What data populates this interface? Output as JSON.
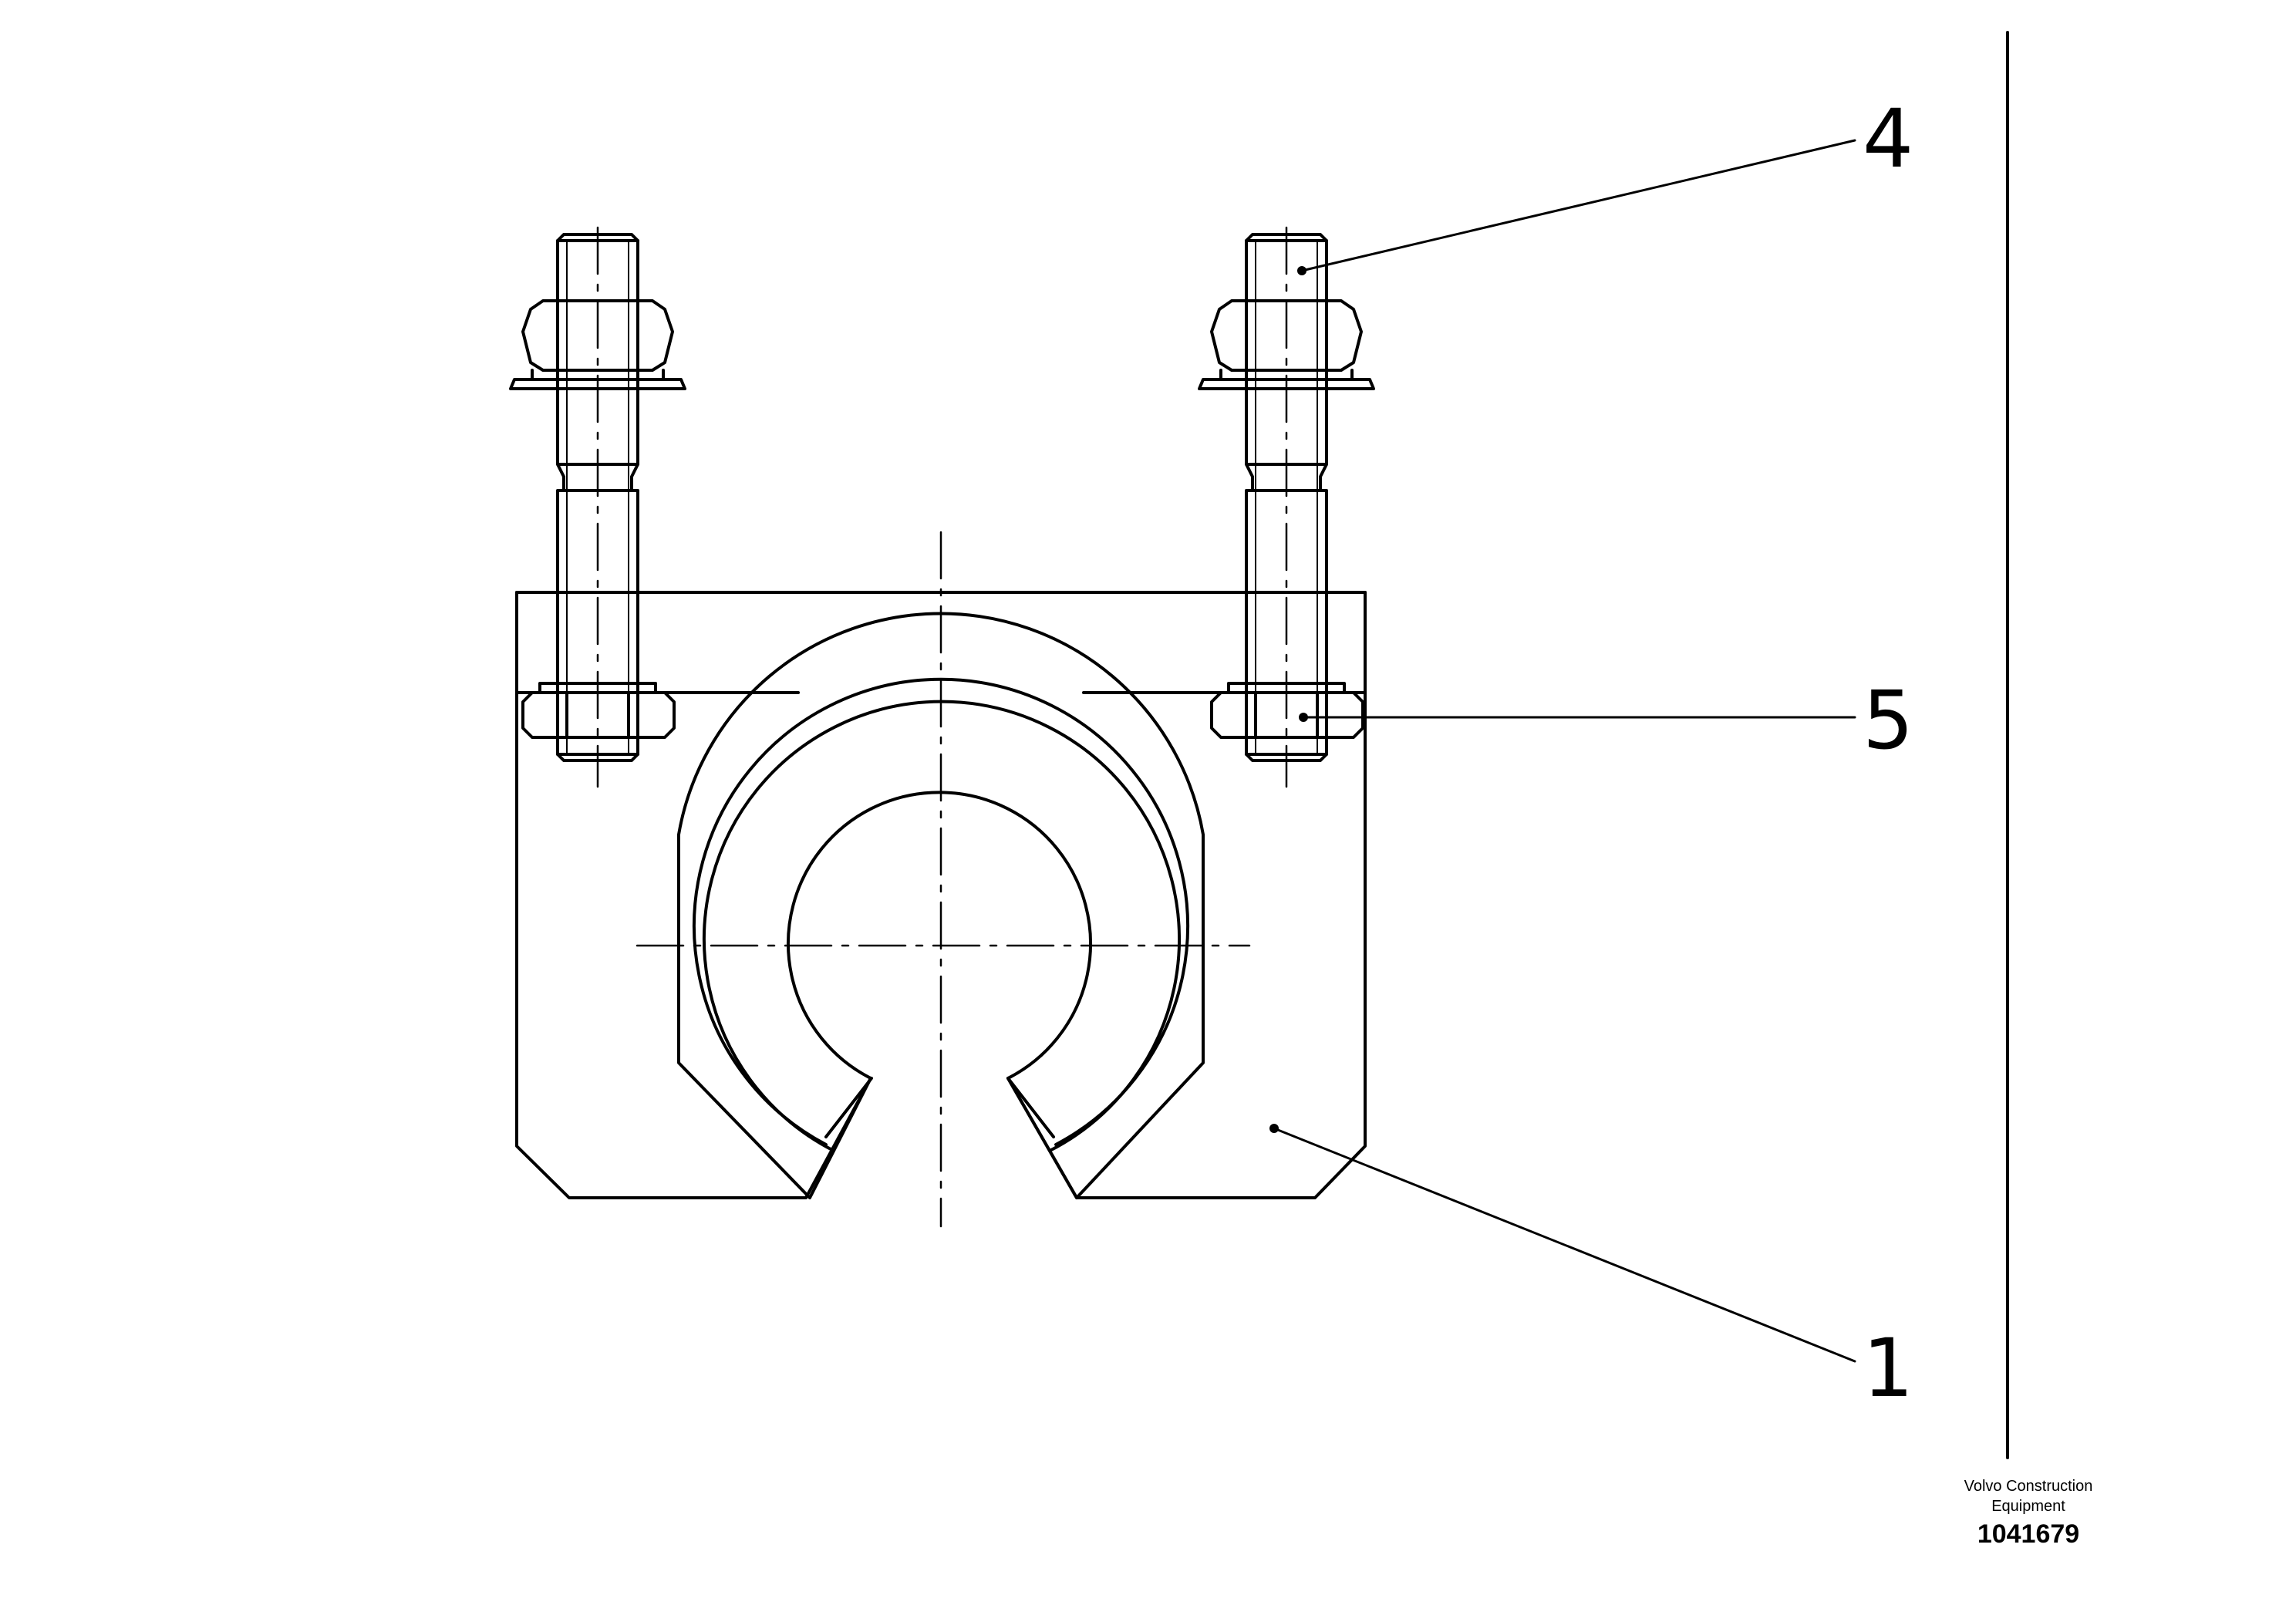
{
  "callouts": [
    {
      "id": "callout-4",
      "label": "4"
    },
    {
      "id": "callout-5",
      "label": "5"
    },
    {
      "id": "callout-1",
      "label": "1"
    }
  ],
  "footer": {
    "company_line1": "Volvo Construction",
    "company_line2": "Equipment",
    "drawing_number": "1041679"
  }
}
